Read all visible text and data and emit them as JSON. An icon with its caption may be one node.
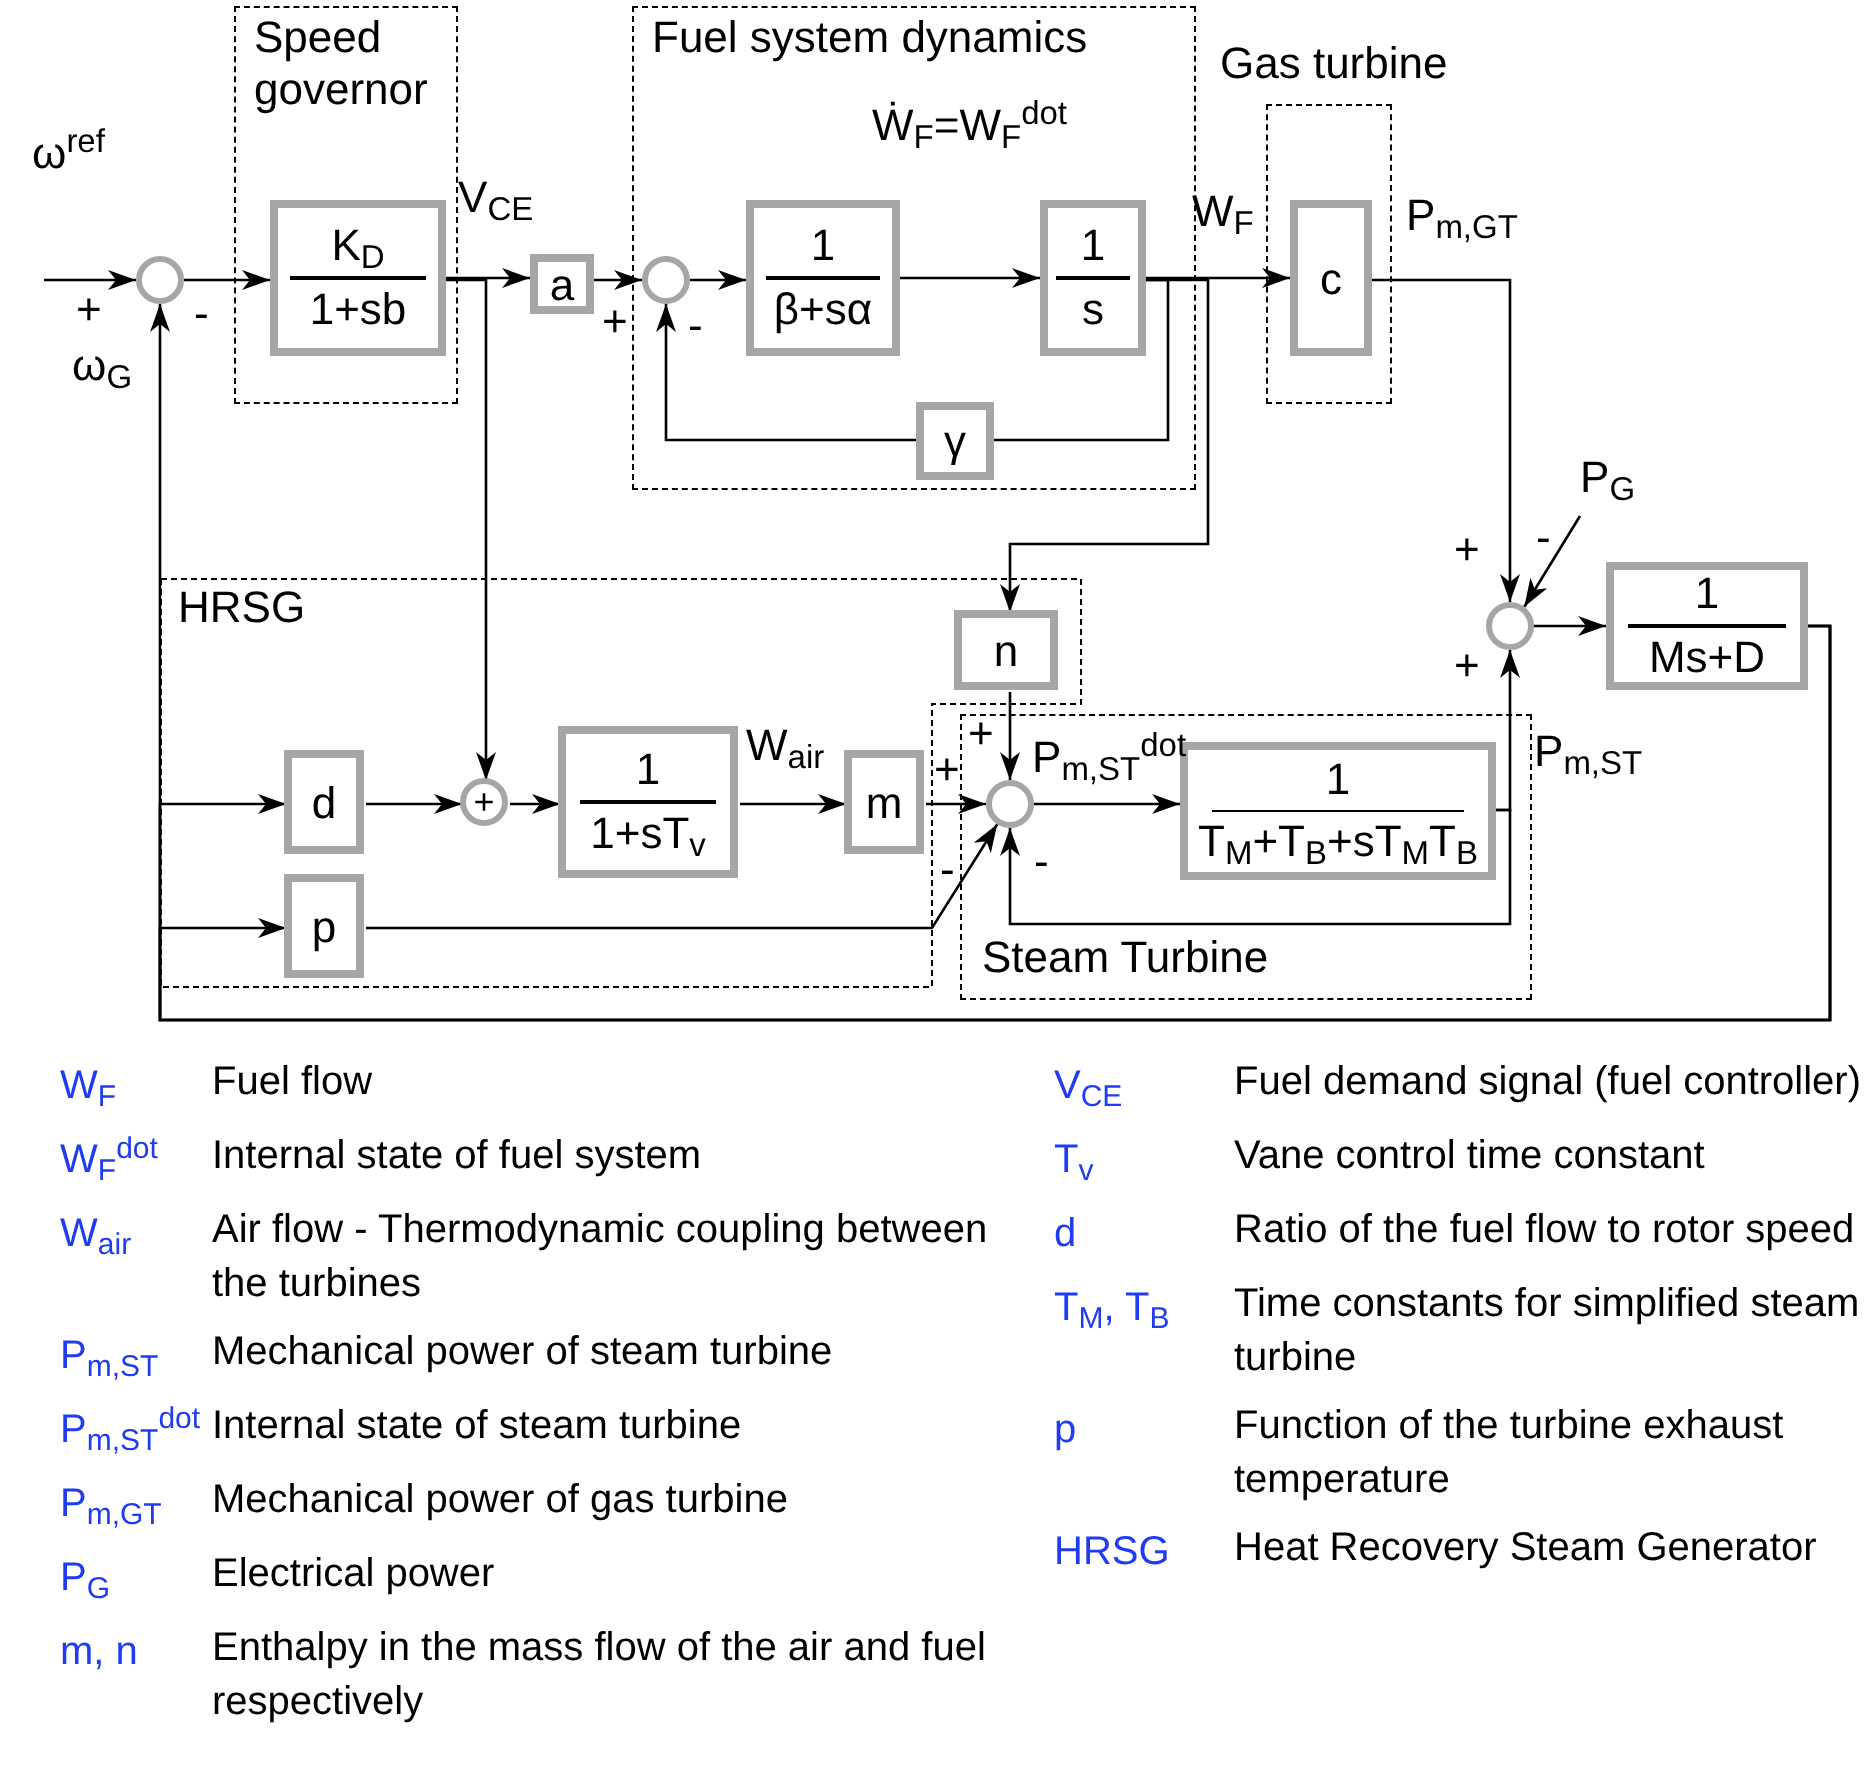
{
  "diagram": {
    "nodes": [
      {
        "text": [],
        "shape": "circle"
      },
      {
        "text": [
          "Speed governor"
        ]
      },
      {
        "text": [
          "K$_{D}$",
          "1+sb"
        ],
        "in": 1
      },
      {
        "text": [
          "a"
        ]
      },
      {
        "text": [
          "Fuel system dynamics"
        ]
      },
      {
        "text": [],
        "shape": "circle",
        "in": 4
      },
      {
        "text": [
          "1",
          "β+sα"
        ],
        "in": 4
      },
      {
        "text": [
          "1",
          "s"
        ],
        "in": 4
      },
      {
        "text": [
          "γ"
        ],
        "in": 4
      },
      {
        "text": [
          "Gas turbine"
        ]
      },
      {
        "text": [
          "c"
        ],
        "in": 9
      },
      {
        "text": [],
        "shape": "circle"
      },
      {
        "text": [
          "1",
          "Ms+D"
        ]
      },
      {
        "text": [
          "HRSG"
        ]
      },
      {
        "text": [
          "n"
        ],
        "in": 13
      },
      {
        "text": [
          "d"
        ],
        "in": 13
      },
      {
        "text": [
          "p"
        ],
        "in": 13
      },
      {
        "text": [
          "+"
        ],
        "in": 13
      },
      {
        "text": [
          "1",
          "1+sT$_{v}$"
        ],
        "in": 13
      },
      {
        "text": [
          "m"
        ],
        "in": 13
      },
      {
        "text": [
          "Steam Turbine"
        ]
      },
      {
        "text": [],
        "shape": "circle",
        "in": 20
      },
      {
        "text": [
          "1",
          "T$_{M}$+T$_{B}$+sT$_{M}$T$_{B}$"
        ],
        "in": 20
      },
      {
        "text": [
          "P$_{G}$"
        ]
      }
    ],
    "edges": [
      {
        "from": null,
        "to": 0,
        "arrow": "to"
      },
      {
        "from": 0,
        "to": 2,
        "arrow": "to"
      },
      {
        "from": 2,
        "to": 3,
        "arrow": "to"
      },
      {
        "from": 2,
        "to": 17,
        "arrow": "to"
      },
      {
        "from": 3,
        "to": 5,
        "arrow": "to"
      },
      {
        "from": 5,
        "to": 6,
        "arrow": "to"
      },
      {
        "from": 6,
        "to": 7,
        "arrow": "to"
      },
      {
        "from": 7,
        "to": 8,
        "arrow": "none"
      },
      {
        "from": 8,
        "to": 5,
        "arrow": "to"
      },
      {
        "from": 7,
        "to": 10,
        "arrow": "to"
      },
      {
        "from": 7,
        "to": 14,
        "arrow": "to"
      },
      {
        "from": 10,
        "to": 11,
        "arrow": "to"
      },
      {
        "from": 23,
        "to": 11,
        "arrow": "to"
      },
      {
        "from": 11,
        "to": 12,
        "arrow": "to"
      },
      {
        "from": 12,
        "to": 0,
        "arrow": "to"
      },
      {
        "from": 12,
        "to": 15,
        "arrow": "to"
      },
      {
        "from": 12,
        "to": 16,
        "arrow": "to"
      },
      {
        "from": 15,
        "to": 17,
        "arrow": "to"
      },
      {
        "from": 17,
        "to": 18,
        "arrow": "to"
      },
      {
        "from": 18,
        "to": 19,
        "arrow": "to"
      },
      {
        "from": 19,
        "to": 21,
        "arrow": "to"
      },
      {
        "from": 14,
        "to": 21,
        "arrow": "to"
      },
      {
        "from": 16,
        "to": 21,
        "arrow": "to"
      },
      {
        "from": 21,
        "to": 22,
        "arrow": "to"
      },
      {
        "from": 22,
        "to": 11,
        "arrow": "to"
      },
      {
        "from": 22,
        "to": 21,
        "arrow": "to"
      }
    ],
    "labels": [
      "ω$^{ref}$",
      "+",
      "-",
      "ω$_{G}$",
      "V$_{CE}$",
      "+",
      "-",
      "Ẇ$_{F}$=W$_{F}$$^{dot}$",
      "W$_{F}$",
      "P$_{m,GT}$",
      "+",
      "-",
      "+",
      "W$_{air}$",
      "+",
      "+",
      "P$_{m,ST}$$^{dot}$",
      "P$_{m,ST}$",
      "-",
      "-",
      "W$_{F}$",
      "Fuel flow",
      "W$_{F}$$^{dot}$",
      "Internal state of fuel system",
      "W$_{air}$",
      "Air flow - Thermodynamic coupling between the turbines",
      "P$_{m,ST}$",
      "Mechanical power of steam turbine",
      "P$_{m,ST}$$^{dot}$",
      "Internal state of steam turbine",
      "P$_{m,GT}$",
      "Mechanical power of gas turbine",
      "P$_{G}$",
      "Electrical power",
      "m, n",
      "Enthalpy in the mass flow of the air and fuel respectively",
      "V$_{CE}$",
      "Fuel demand signal (fuel controller)",
      "T$_{v}$",
      "Vane control time constant",
      "d",
      "Ratio of the fuel flow to rotor speed",
      "T$_{M}$, T$_{B}$",
      "Time constants for simplified steam turbine",
      "p",
      "Function of the turbine exhaust temperature",
      "HRSG",
      "Heat Recovery Steam Generator"
    ]
  }
}
